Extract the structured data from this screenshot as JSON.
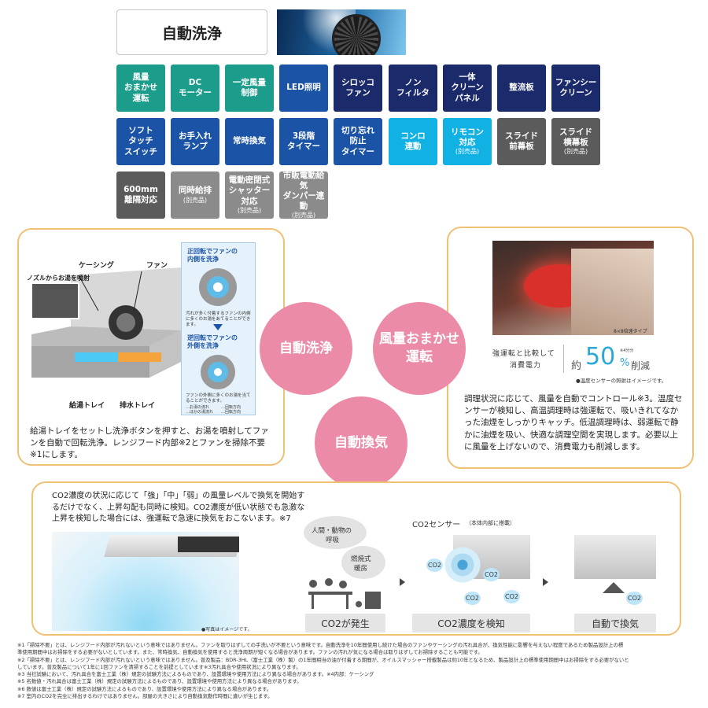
{
  "header": {
    "title": "自動洗浄"
  },
  "features": [
    {
      "lines": [
        "風量",
        "おまかせ",
        "運転"
      ],
      "sub": "",
      "color": "teal"
    },
    {
      "lines": [
        "DC",
        "モーター"
      ],
      "sub": "",
      "color": "teal"
    },
    {
      "lines": [
        "一定風量",
        "制御"
      ],
      "sub": "",
      "color": "teal"
    },
    {
      "lines": [
        "LED照明"
      ],
      "sub": "",
      "color": "blue"
    },
    {
      "lines": [
        "シロッコ",
        "ファン"
      ],
      "sub": "",
      "color": "navy"
    },
    {
      "lines": [
        "ノン",
        "フィルタ"
      ],
      "sub": "",
      "color": "navy"
    },
    {
      "lines": [
        "一体",
        "クリーン",
        "パネル"
      ],
      "sub": "",
      "color": "navy"
    },
    {
      "lines": [
        "整流板"
      ],
      "sub": "",
      "color": "navy"
    },
    {
      "lines": [
        "ファンシー",
        "クリーン"
      ],
      "sub": "",
      "color": "navy"
    },
    {
      "lines": [
        "ソフト",
        "タッチ",
        "スイッチ"
      ],
      "sub": "",
      "color": "blue"
    },
    {
      "lines": [
        "お手入れ",
        "ランプ"
      ],
      "sub": "",
      "color": "blue"
    },
    {
      "lines": [
        "常時換気"
      ],
      "sub": "",
      "color": "blue"
    },
    {
      "lines": [
        "3段階",
        "タイマー"
      ],
      "sub": "",
      "color": "blue"
    },
    {
      "lines": [
        "切り忘れ",
        "防止",
        "タイマー"
      ],
      "sub": "",
      "color": "blue"
    },
    {
      "lines": [
        "コンロ",
        "連動"
      ],
      "sub": "",
      "color": "cyan"
    },
    {
      "lines": [
        "リモコン",
        "対応"
      ],
      "sub": "(別売品)",
      "color": "cyan"
    },
    {
      "lines": [
        "スライド",
        "前幕板"
      ],
      "sub": "",
      "color": "gray"
    },
    {
      "lines": [
        "スライド",
        "横幕板"
      ],
      "sub": "(別売品)",
      "color": "gray"
    },
    {
      "lines": [
        "600mm",
        "離隔対応"
      ],
      "sub": "",
      "color": "gray"
    },
    {
      "lines": [
        "同時給排"
      ],
      "sub": "(別売品)",
      "color": "lgray"
    },
    {
      "lines": [
        "電動密閉式",
        "シャッター対応"
      ],
      "sub": "(別売品)",
      "color": "lgray"
    },
    {
      "lines": [
        "市販電動給気",
        "ダンパー連動"
      ],
      "sub": "(別売品)",
      "color": "lgray"
    }
  ],
  "colors": {
    "teal": "#1c9c8b",
    "blue": "#1b54a6",
    "navy": "#1b2a6b",
    "cyan": "#12b1e4",
    "gray": "#5b5b5b",
    "lgray": "#8b8b8b",
    "pink": "#eb8ba7",
    "border": "#f0c074"
  },
  "circles": {
    "c1": "自動洗浄",
    "c2a": "風量おまかせ",
    "c2b": "運転",
    "c3": "自動換気"
  },
  "left_panel": {
    "labels": {
      "casing": "ケーシング",
      "fan": "ファン",
      "nozzle": "ノズルからお湯を噴射",
      "tray1": "給湯トレイ",
      "tray2": "排水トレイ"
    },
    "info": {
      "t1a": "正回転でファンの",
      "t1b": "内側を洗浄",
      "t2a": "逆回転でファンの",
      "t2b": "外側を洗浄",
      "n1": "汚れが多く付着するファンの内側に多くのお湯をあてることができます。",
      "n2": "ファンの外側に多くのお湯を当てることができます。",
      "legend_a": "…お湯の流れ",
      "legend_b": "…回転方向",
      "legend_c": "…ほかの湯流れ",
      "legend_d": "…回転方向"
    },
    "text": "給湯トレイをセットし洗浄ボタンを押すと、お湯を噴射してファンを自動で回転洗浄。レンジフード内部※2とファンを掃除不要※1にします。"
  },
  "right_panel": {
    "badge": "8×8倍速タイプ",
    "compare_a": "強運転と比較して",
    "compare_b": "消費電力",
    "approx": "約",
    "percent": "50",
    "percent_note": "※4分分",
    "unit": "%",
    "reduce": "削減",
    "note": "●温度センサーの照射はイメージです。",
    "text": "調理状況に応じて、風量を自動でコントロール※3。温度センサーが検知し、高温調理時は強運転で、吸いきれてなかった油煙をしっかりキャッチ。低温調理時は、弱運転で静かに油煙を吸い、快適な調理空間を実現します。必要以上に風量を上げないので、消費電力も削減します。"
  },
  "bottom_panel": {
    "text": "CO2濃度の状況に応じて「強」「中」「弱」の風量レベルで換気を開始するだけでなく、上昇勾配も同時に検知。CO2濃度が低い状態でも急激な上昇を検知した場合には、強運転で急速に換気をおこないます。※7",
    "photo_note": "●写真はイメージです。",
    "sensor": "CO2センサー",
    "sensor_note": "（本体内部に搭載）",
    "bubble1a": "人間・動物の",
    "bubble1b": "呼吸",
    "bubble2a": "燃焼式",
    "bubble2b": "暖房",
    "co2": "CO2",
    "step1": "CO2が発生",
    "step2": "CO2濃度を検知",
    "step3": "自動で換気"
  },
  "footnotes": [
    "※1「掃除不要」とは、レンジフード内部が汚れないという意味ではありません。ファンを取りはずしての手洗いが不要という意味です。自動洗浄を10年間使用し続けた場合のファンやケーシングの汚れ具合が、換気性能に影響を与えない程度であるため製品設計上の標",
    "準使用期間中はお掃除をする必要がないとしています。また、常時換気、自動換気を使用すると洗浄周期が短くなる場合があります。ファンの汚れが気になる場合は取りはずしてお掃除することも可能です。",
    "※2「掃除不要」とは、レンジフード内部が汚れないという意味ではありません。普及製品：BDR-3HL（富士工業（株）製）の1年間相当の油が付着する期間が、オイルスマッシャー搭載製品は約10年となるため、製品設計上の標準使用期間中はお掃除をする必要がないと",
    "しています。普及製品について1年に1回ファンを清掃することを前提としています※3汚れ具合や使用状況により異なります。",
    "※3 当社試験において、汚れ具合を富士工業（株）規定の試験方法によるものであり、設置環境や使用方法により異なる場合があります。※4内部：ケーシング",
    "※5 名数値・汚れ具合は富士工業（株）規定の試験方法によるものであり、設置環境や使用方法により異なる場合があります。",
    "※6 数値は富士工業（株）規定の試験方法によるものであり、設置環境や使用方法により異なる場合があります。",
    "※7 室内のCO2を完全に排出するわけではありません。部屋の大きさにより自動換気動作時間に違いが生じます。"
  ]
}
